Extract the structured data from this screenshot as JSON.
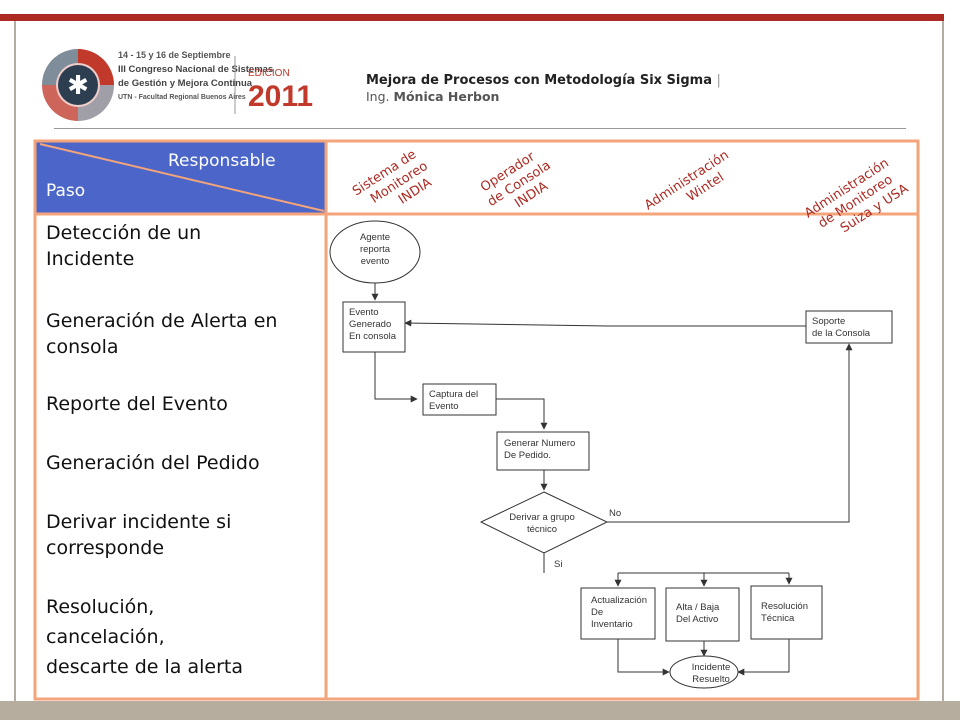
{
  "header": {
    "title": "Mejora de Procesos con Metodología Six Sigma",
    "separator": "|",
    "subtitle_prefix": "Ing.",
    "subtitle_name": "Mónica Herbon"
  },
  "logo": {
    "dates": "14 - 15 y 16 de Septiembre",
    "congress_line1": "III Congreso Nacional de Sistemas",
    "congress_line2": "de Gestión y Mejora Continua",
    "faculty": "UTN - Facultad Regional Buenos Aires",
    "edition_label": "EDICION",
    "edition_year": "2011"
  },
  "table": {
    "responsable_label": "Responsable",
    "paso_label": "Paso",
    "columns": [
      [
        "Sistema de",
        "Monitoreo",
        "INDIA"
      ],
      [
        "Operador",
        "de Consola",
        "INDIA"
      ],
      [
        "Administración",
        "Wintel"
      ],
      [
        "Administración",
        "de Monitoreo",
        "Suiza y USA"
      ]
    ],
    "steps": [
      [
        "Detección de un",
        "Incidente"
      ],
      [
        "Generación de Alerta en",
        "consola"
      ],
      [
        "Reporte del Evento"
      ],
      [
        "Generación del Pedido"
      ],
      [
        "Derivar incidente si",
        "corresponde"
      ],
      [
        "Resolución,",
        "cancelación,",
        "descarte de la alerta"
      ]
    ]
  },
  "nodes": {
    "agente": [
      "Agente",
      "reporta",
      "evento"
    ],
    "evento": [
      "Evento",
      "Generado",
      "En consola"
    ],
    "soporte": [
      "Soporte",
      "de la Consola"
    ],
    "captura": [
      "Captura del",
      "Evento"
    ],
    "generar": [
      "Generar Numero",
      "De Pedido."
    ],
    "derivar": [
      "Derivar a grupo",
      "técnico"
    ],
    "actualizacion": [
      "Actualización",
      "De",
      "Inventario"
    ],
    "alta": [
      "Alta / Baja",
      "Del Activo"
    ],
    "resolucion": [
      "Resolución",
      "Técnica"
    ],
    "incidente": [
      "Incidente",
      "Resuelto"
    ]
  },
  "edges": {
    "no_label": "No",
    "si_label": "Si"
  },
  "colors": {
    "accent_red": "#ad2a22",
    "grid_orange": "#f4a47a",
    "header_blue": "#4b66c8",
    "frame_gray": "#b4aca1"
  }
}
